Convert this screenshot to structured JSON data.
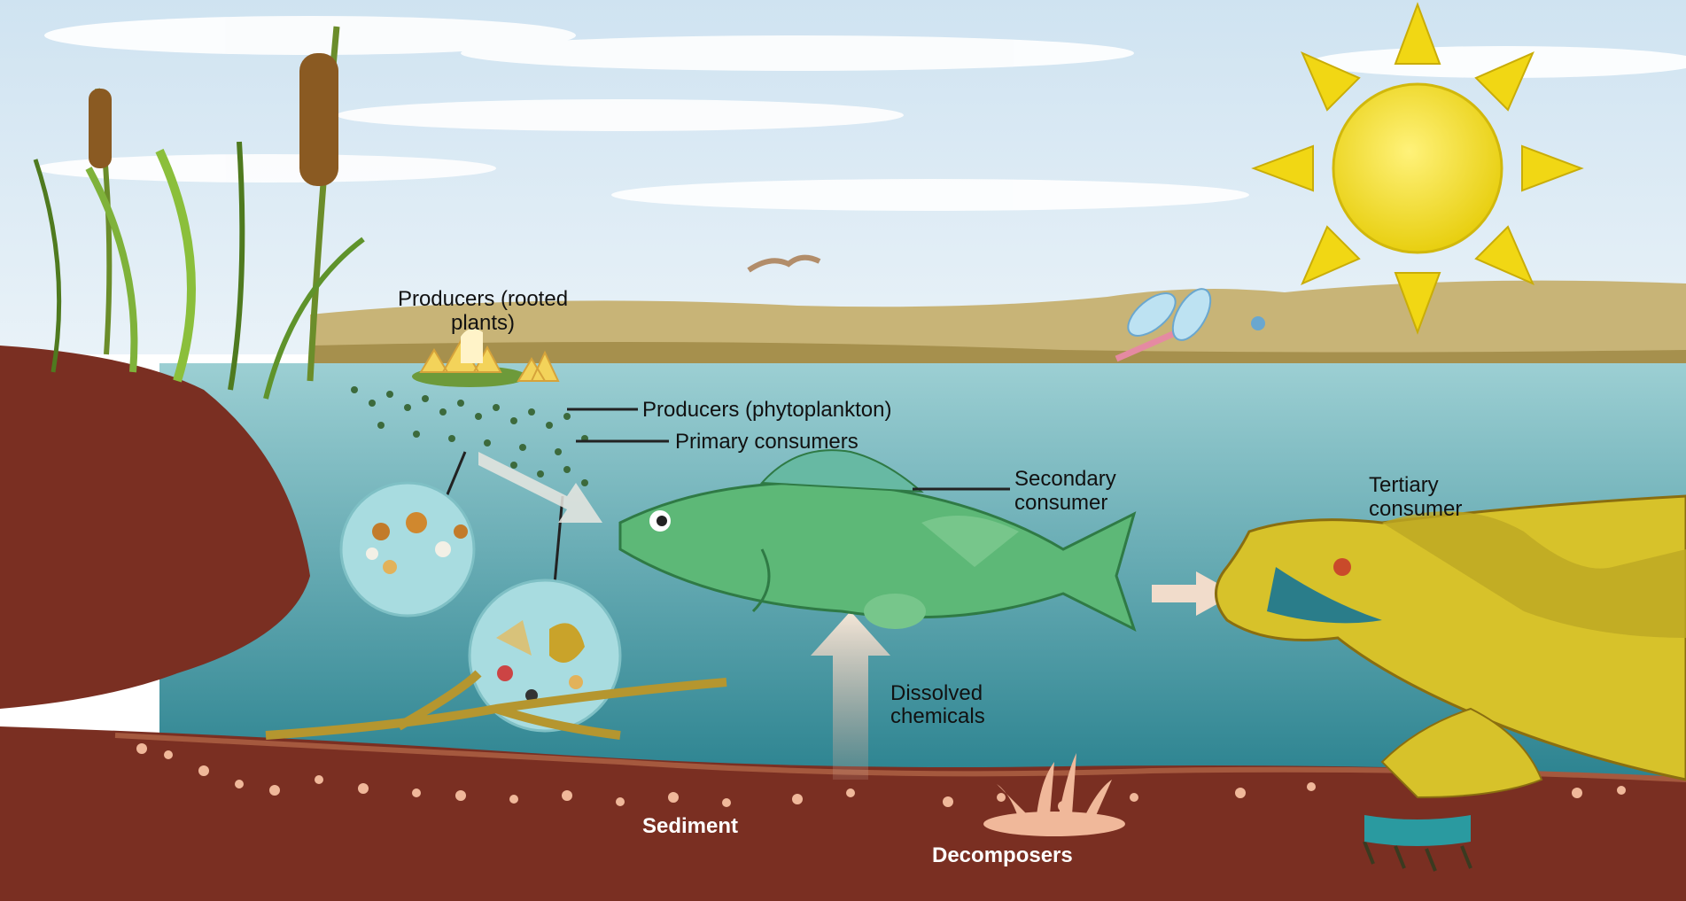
{
  "labels": {
    "producers_rooted_line1": "Producers (rooted",
    "producers_rooted_line2": "plants)",
    "producers_phytoplankton": "Producers (phytoplankton)",
    "primary_consumers": "Primary consumers",
    "secondary_consumer_line1": "Secondary",
    "secondary_consumer_line2": "consumer",
    "tertiary_consumer_line1": "Tertiary",
    "tertiary_consumer_line2": "consumer",
    "dissolved_chemicals_line1": "Dissolved",
    "dissolved_chemicals_line2": "chemicals",
    "sediment": "Sediment",
    "decomposers": "Decomposers"
  },
  "colors": {
    "sky": "#dcebf6",
    "cloud": "#ffffff",
    "water_top": "#8fc7cf",
    "water_bottom": "#2f8a95",
    "soil": "#7a2f22",
    "far_shore": "#c9b57a",
    "sun": "#f6e21b",
    "fish": "#5db877",
    "turtle": "#d7c22a",
    "lily_flower": "#f3d35a",
    "sediment_dots": "#f0b89a",
    "arrow": "#f1dccb"
  },
  "icons": [
    "sun-icon",
    "cattail-icon",
    "bird-icon",
    "dragonfly-icon",
    "lily-pad-icon",
    "fish-icon",
    "turtle-icon",
    "plankton-cluster-icon"
  ]
}
